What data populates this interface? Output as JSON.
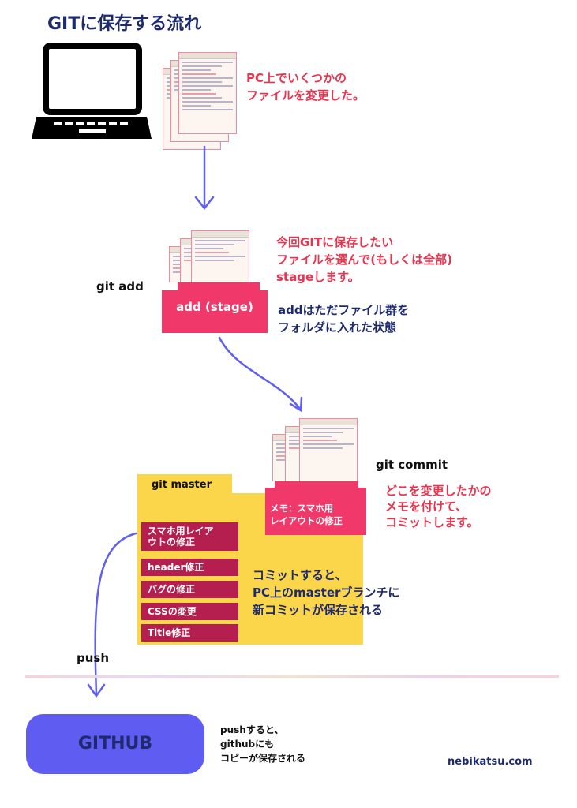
{
  "title": "GITに保存する流れ",
  "step1": {
    "note_lines": [
      "PC上でいくつかの",
      "ファイルを変更した。"
    ]
  },
  "step2": {
    "command": "git add",
    "box_label": "add (stage)",
    "note_red": [
      "今回GITに保存したい",
      "ファイルを選んで(もしくは全部)",
      "stageします。"
    ],
    "note_navy": [
      "addはただファイル群を",
      "フォルダに入れた状態"
    ]
  },
  "step3": {
    "command": "git commit",
    "box_lines": [
      "メモ：スマホ用",
      "レイアウトの修正"
    ],
    "note_red": [
      "どこを変更したかの",
      "メモを付けて、",
      "コミットします。"
    ]
  },
  "master": {
    "tab_label": "git master",
    "commits": [
      "スマホ用レイア\nウトの修正",
      "header修正",
      "バグの修正",
      "CSSの変更",
      "Title修正"
    ],
    "note_navy": [
      "コミットすると、",
      "PC上のmasterブランチに",
      "新コミットが保存される"
    ]
  },
  "push": {
    "label": "push",
    "github_label": "GITHUB",
    "note_lines": [
      "pushすると、",
      "githubにも",
      "コピーが保存される"
    ]
  },
  "footer": {
    "site": "nebikatsu.com"
  },
  "colors": {
    "navy": "#1e2a6e",
    "red": "#e8344f",
    "pink": "#f0396a",
    "crimson": "#b41f4f",
    "yellow": "#fcd64a",
    "arrow": "#6060f0",
    "github": "#5f5cf2"
  },
  "icons": {
    "laptop": "laptop-icon",
    "file": "file-icon"
  }
}
